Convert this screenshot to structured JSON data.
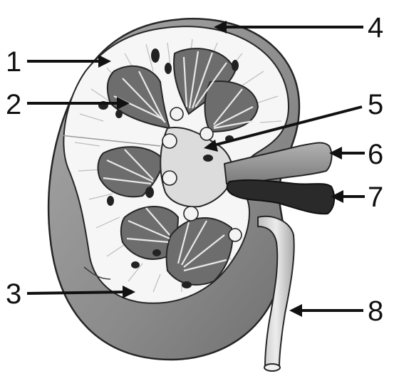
{
  "diagram": {
    "labels": [
      {
        "id": "1",
        "text": "1"
      },
      {
        "id": "2",
        "text": "2"
      },
      {
        "id": "3",
        "text": "3"
      },
      {
        "id": "4",
        "text": "4"
      },
      {
        "id": "5",
        "text": "5"
      },
      {
        "id": "6",
        "text": "6"
      },
      {
        "id": "7",
        "text": "7"
      },
      {
        "id": "8",
        "text": "8"
      }
    ]
  },
  "colors": {
    "capsule": "#8a8a8a",
    "cortex": "#f6f6f6",
    "pyramid": "#6d6d6d",
    "vein": "#9a9a9a",
    "artery": "#2a2a2a",
    "ureter": "#d6d6d6",
    "outline": "#262626"
  }
}
